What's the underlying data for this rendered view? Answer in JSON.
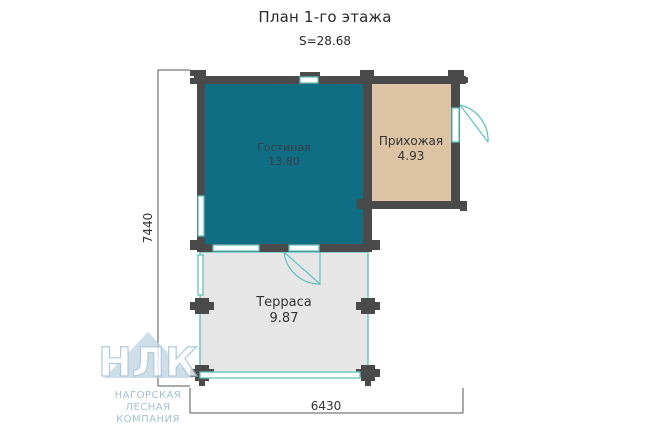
{
  "header": {
    "title": "План 1-го этажа",
    "area": "S=28.68"
  },
  "rooms": {
    "living": {
      "name": "Гостиная",
      "area": "13.80"
    },
    "hall": {
      "name": "Прихожая",
      "area": "4.93"
    },
    "terrace": {
      "name": "Терраса",
      "area": "9.87"
    }
  },
  "dimensions": {
    "width": "6430",
    "height": "7440"
  },
  "logo": {
    "line1": "НАГОРСКАЯ",
    "line2": "ЛЕСНАЯ",
    "line3": "КОМПАНИЯ"
  },
  "colors": {
    "living_fill": "#0f6d84",
    "hall_fill": "#dcc3a4",
    "terrace_fill": "#e6e6e6",
    "wall": "#4a4a4a",
    "glass": "#5fc2c0",
    "logo": "#a9c4d8"
  }
}
